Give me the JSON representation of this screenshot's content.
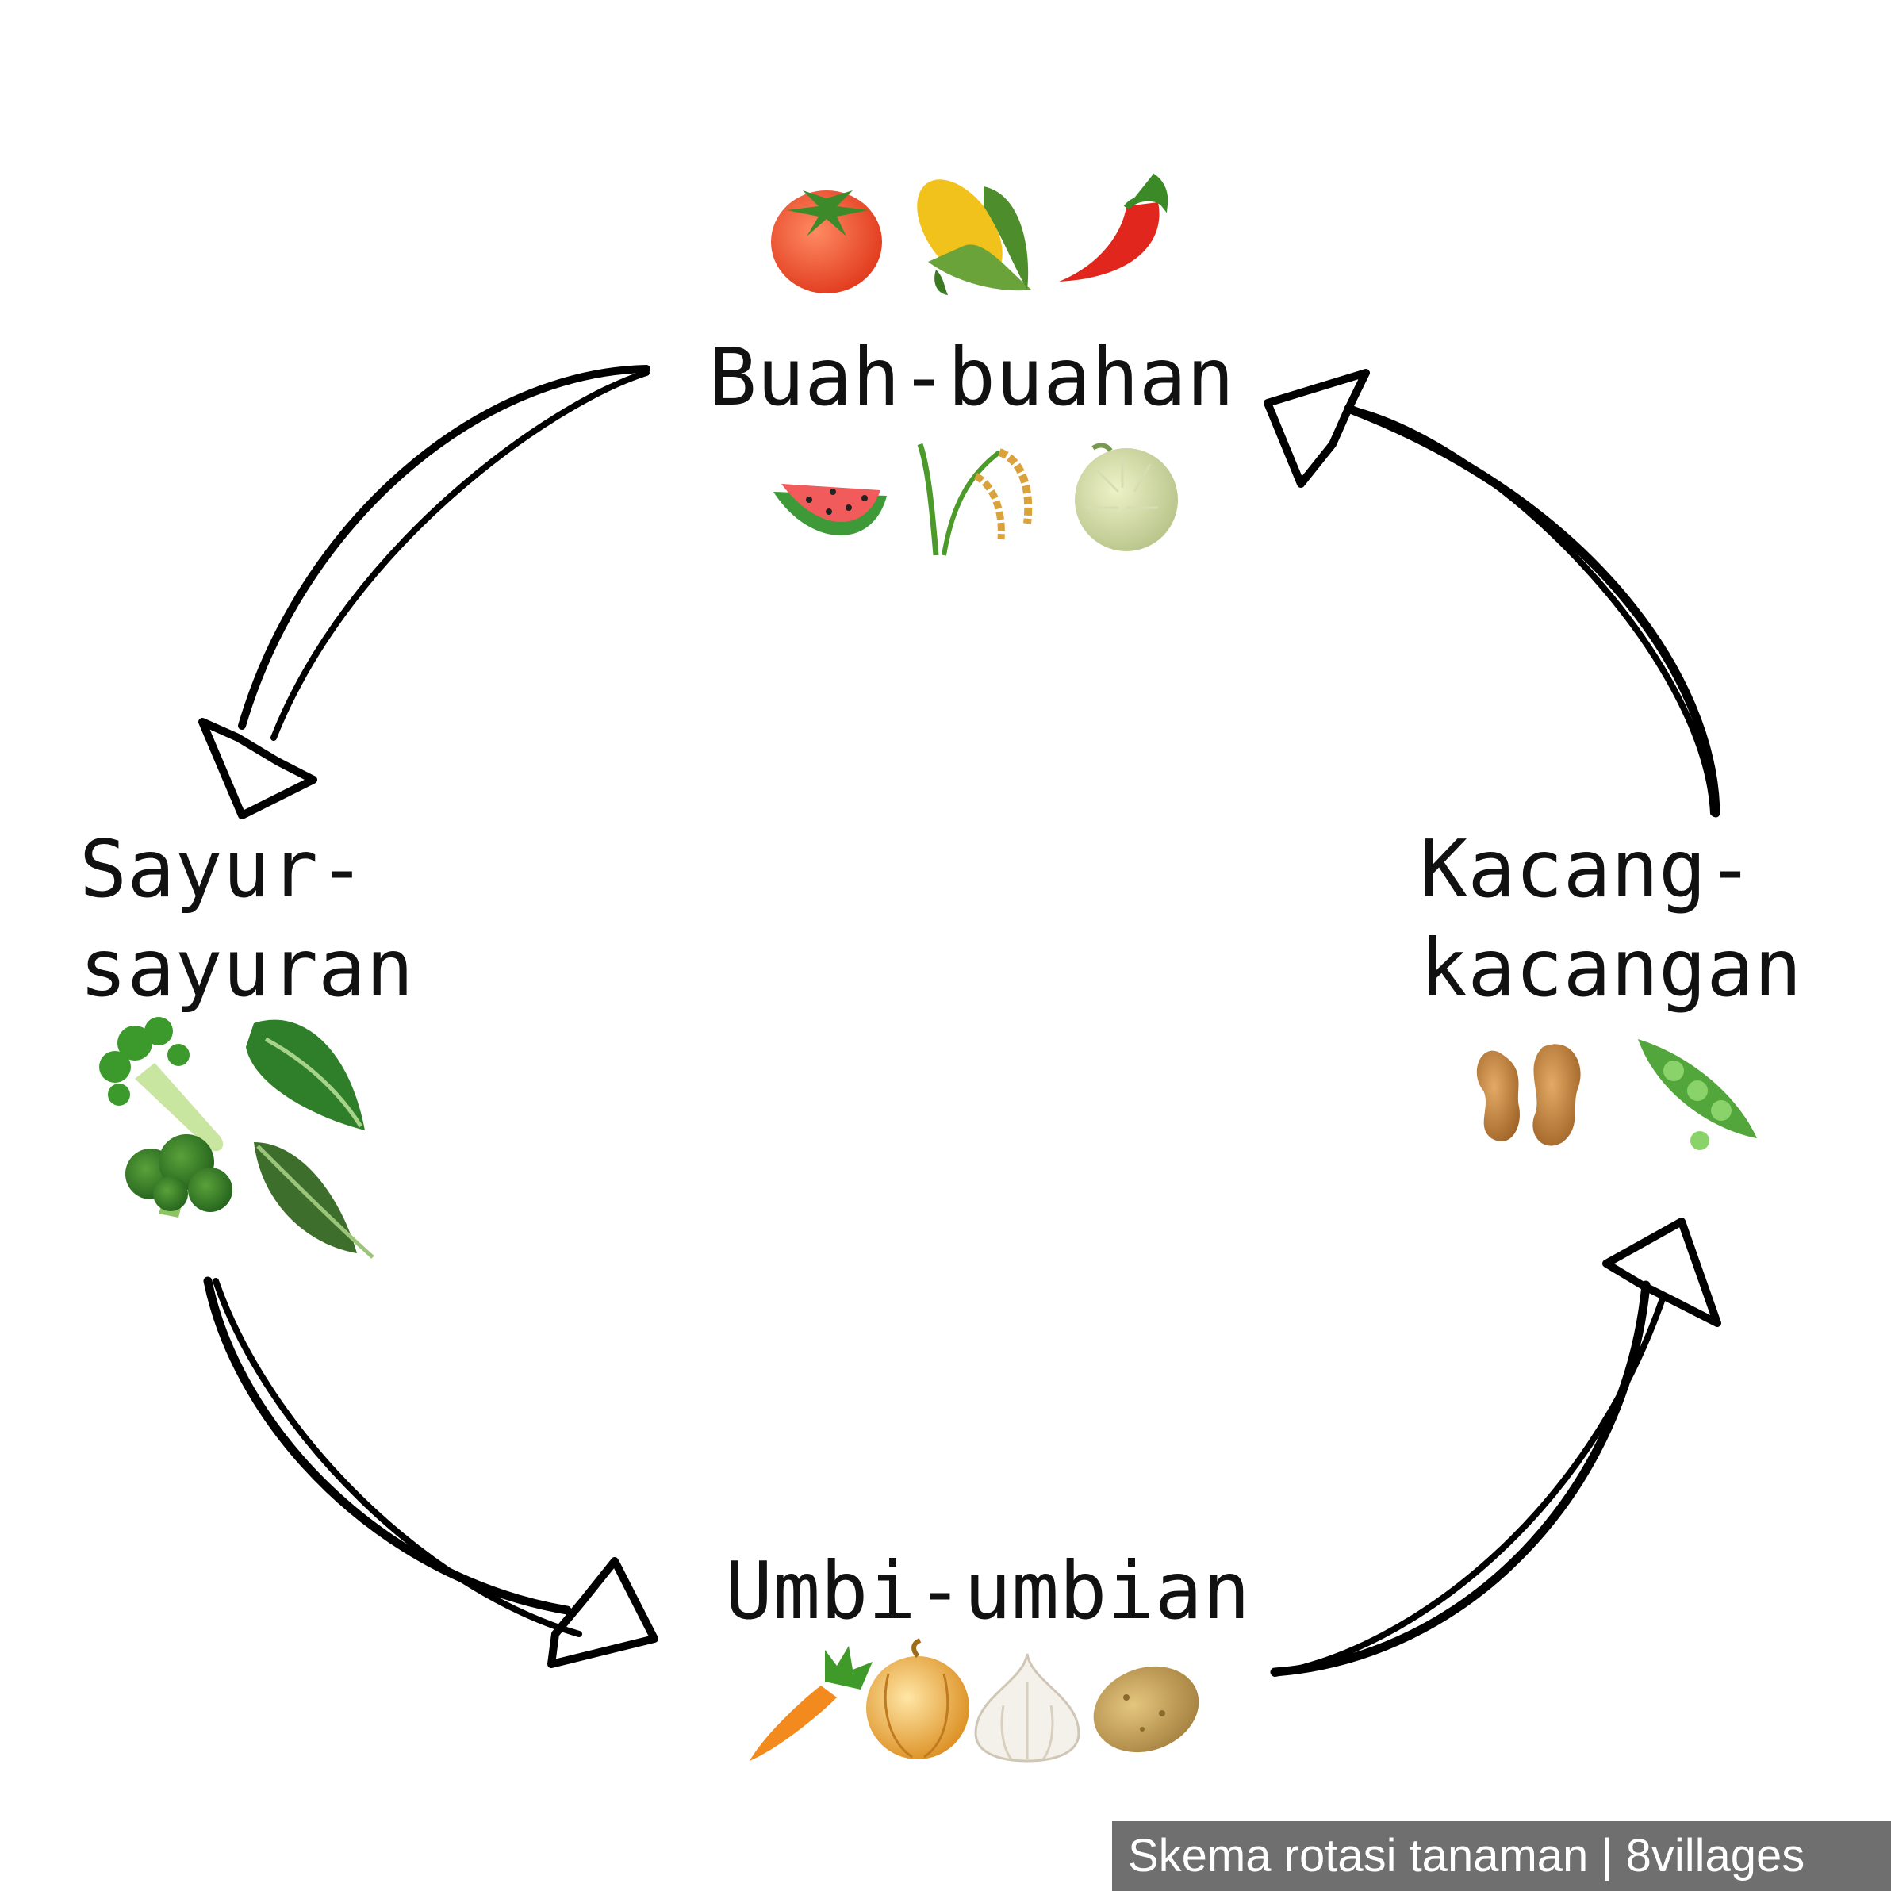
{
  "nodes": {
    "top": {
      "lines": [
        "Buah-buahan"
      ],
      "icons_above": [
        "tomato-icon",
        "corn-icon",
        "chili-pepper-icon"
      ],
      "icons_below": [
        "watermelon-icon",
        "rice-plant-icon",
        "melon-icon"
      ]
    },
    "left": {
      "lines": [
        "Sayur-",
        "sayuran"
      ],
      "icons": [
        "celery-icon",
        "leafy-greens-icon",
        "broccoli-icon",
        "kale-icon"
      ]
    },
    "right": {
      "lines": [
        "Kacang-",
        "kacangan"
      ],
      "icons": [
        "peanut-icon",
        "pea-pod-icon"
      ]
    },
    "bottom": {
      "lines": [
        "Umbi-umbian"
      ],
      "icons": [
        "carrot-icon",
        "onion-icon",
        "garlic-icon",
        "potato-icon"
      ]
    }
  },
  "caption": "Skema rotasi tanaman | 8villages",
  "colors": {
    "text": "#111111",
    "arrow": "#000000",
    "caption_bg": "#6f6f6f",
    "caption_text": "#ffffff"
  }
}
